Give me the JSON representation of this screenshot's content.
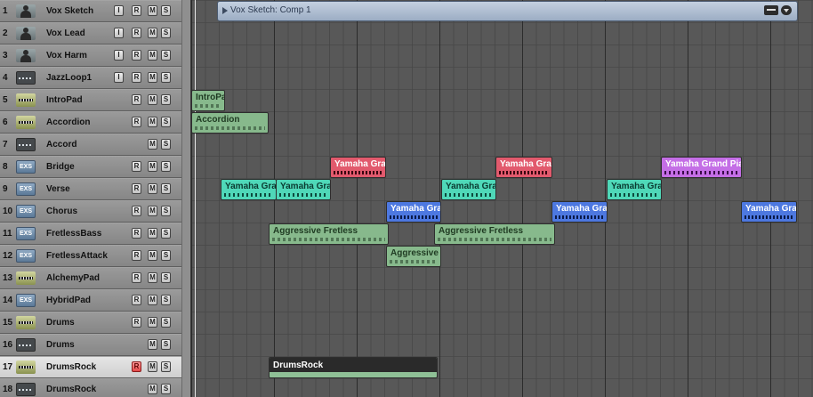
{
  "tracks": [
    {
      "num": "1",
      "name": "Vox Sketch",
      "icon": "voice",
      "buttons": [
        "I",
        "R",
        "M",
        "S"
      ]
    },
    {
      "num": "2",
      "name": "Vox Lead",
      "icon": "voice",
      "buttons": [
        "I",
        "R",
        "M",
        "S"
      ]
    },
    {
      "num": "3",
      "name": "Vox Harm",
      "icon": "voice",
      "buttons": [
        "I",
        "R",
        "M",
        "S"
      ]
    },
    {
      "num": "4",
      "name": "JazzLoop1",
      "icon": "loop",
      "buttons": [
        "I",
        "R",
        "M",
        "S"
      ]
    },
    {
      "num": "5",
      "name": "IntroPad",
      "icon": "synth",
      "buttons": [
        "R",
        "M",
        "S"
      ]
    },
    {
      "num": "6",
      "name": "Accordion",
      "icon": "synth",
      "buttons": [
        "R",
        "M",
        "S"
      ]
    },
    {
      "num": "7",
      "name": "Accord",
      "icon": "loop",
      "buttons": [
        "M",
        "S"
      ]
    },
    {
      "num": "8",
      "name": "Bridge",
      "icon": "exs",
      "icon_text": "EXS",
      "buttons": [
        "R",
        "M",
        "S"
      ]
    },
    {
      "num": "9",
      "name": "Verse",
      "icon": "exs",
      "icon_text": "EXS",
      "buttons": [
        "R",
        "M",
        "S"
      ]
    },
    {
      "num": "10",
      "name": "Chorus",
      "icon": "exs",
      "icon_text": "EXS",
      "buttons": [
        "R",
        "M",
        "S"
      ]
    },
    {
      "num": "11",
      "name": "FretlessBass",
      "icon": "exs",
      "icon_text": "EXS",
      "buttons": [
        "R",
        "M",
        "S"
      ]
    },
    {
      "num": "12",
      "name": "FretlessAttack",
      "icon": "exs",
      "icon_text": "EXS",
      "buttons": [
        "R",
        "M",
        "S"
      ]
    },
    {
      "num": "13",
      "name": "AlchemyPad",
      "icon": "synth",
      "buttons": [
        "R",
        "M",
        "S"
      ]
    },
    {
      "num": "14",
      "name": "HybridPad",
      "icon": "exs",
      "icon_text": "EXS",
      "buttons": [
        "R",
        "M",
        "S"
      ]
    },
    {
      "num": "15",
      "name": "Drums",
      "icon": "synth",
      "buttons": [
        "R",
        "M",
        "S"
      ]
    },
    {
      "num": "16",
      "name": "Drums",
      "icon": "loop",
      "buttons": [
        "M",
        "S"
      ]
    },
    {
      "num": "17",
      "name": "DrumsRock",
      "icon": "synth",
      "buttons": [
        "R",
        "M",
        "S"
      ],
      "selected": true,
      "armed": true
    },
    {
      "num": "18",
      "name": "DrumsRock",
      "icon": "loop",
      "buttons": [
        "M",
        "S"
      ]
    }
  ],
  "comp_region": {
    "title": "Vox Sketch: Comp 1"
  },
  "regions": [
    {
      "track": 5,
      "name": "IntroPa",
      "color": "green"
    },
    {
      "track": 6,
      "name": "Accordion",
      "color": "green"
    },
    {
      "track": 8,
      "name": "Yamaha Gran",
      "color": "red"
    },
    {
      "track": 8,
      "name": "Yamaha Gran",
      "color": "red"
    },
    {
      "track": 8,
      "name": "Yamaha Grand Pia",
      "color": "purple"
    },
    {
      "track": 9,
      "name": "Yamaha Gra",
      "color": "teal"
    },
    {
      "track": 9,
      "name": "Yamaha Gra",
      "color": "teal"
    },
    {
      "track": 9,
      "name": "Yamaha Gra",
      "color": "teal"
    },
    {
      "track": 9,
      "name": "Yamaha Gra",
      "color": "teal"
    },
    {
      "track": 10,
      "name": "Yamaha Gra",
      "color": "blue"
    },
    {
      "track": 10,
      "name": "Yamaha Gra",
      "color": "blue"
    },
    {
      "track": 10,
      "name": "Yamaha Gra",
      "color": "blue"
    },
    {
      "track": 11,
      "name": "Aggressive Fretless",
      "color": "green"
    },
    {
      "track": 11,
      "name": "Aggressive Fretless",
      "color": "green"
    },
    {
      "track": 12,
      "name": "Aggressive",
      "color": "green"
    },
    {
      "track": 17,
      "name": "DrumsRock",
      "color": "drums"
    }
  ]
}
